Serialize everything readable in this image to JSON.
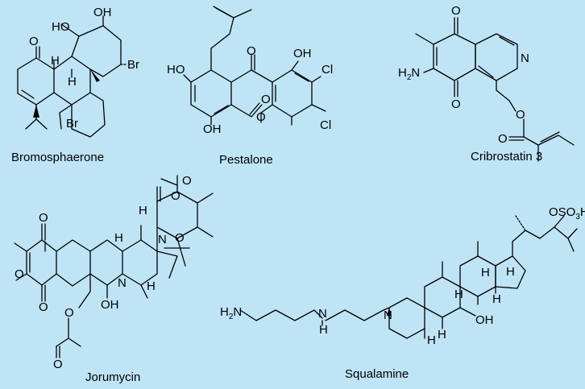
{
  "compounds": {
    "bromosphaerone": {
      "name": "Bromosphaerone",
      "atoms": [
        "HO",
        "OH",
        "O",
        "H",
        "H",
        "Br",
        "Br"
      ]
    },
    "pestalone": {
      "name": "Pestalone",
      "atoms": [
        "HO",
        "OH",
        "O",
        "Cl",
        "Cl",
        "O",
        "OH",
        "O"
      ]
    },
    "cribrostatin3": {
      "name": "Cribrostatin 3",
      "atoms": [
        "O",
        "N",
        "O",
        "O",
        "O"
      ],
      "amine": {
        "main": "H",
        "sub": "2",
        "tail": "N"
      }
    },
    "jorumycin": {
      "name": "Jorumycin",
      "atoms": [
        "O",
        "O",
        "O",
        "O",
        "O",
        "O",
        "O",
        "H",
        "H",
        "N",
        "N",
        "OH",
        "H",
        "O"
      ]
    },
    "squalamine": {
      "name": "Squalamine",
      "atoms": [
        "H",
        "H",
        "H",
        "H",
        "N",
        "N",
        "OH",
        "H",
        "H",
        "H"
      ],
      "amine": {
        "main": "H",
        "sub": "2",
        "tail": "N"
      },
      "sulfate": {
        "main": "OSO",
        "sub": "3",
        "tail": "H"
      }
    }
  }
}
